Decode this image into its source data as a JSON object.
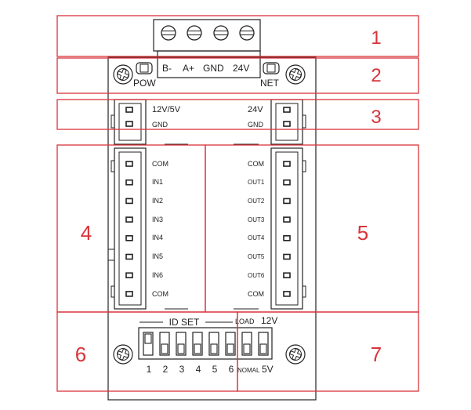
{
  "colors": {
    "outline": "#222222",
    "region": "#d9343b"
  },
  "terminal": {
    "labels": [
      "B-",
      "A+",
      "GND",
      "24V"
    ]
  },
  "leds": {
    "power": "POW",
    "network": "NET"
  },
  "power_block": {
    "left": [
      "12V/5V",
      "GND"
    ],
    "right": [
      "24V",
      "GND"
    ]
  },
  "inputs": [
    "COM",
    "IN1",
    "IN2",
    "IN3",
    "IN4",
    "IN5",
    "IN6",
    "COM"
  ],
  "outputs": [
    "COM",
    "OUT1",
    "OUT2",
    "OUT3",
    "OUT4",
    "OUT5",
    "OUT6",
    "COM"
  ],
  "dip": {
    "title": "ID SET",
    "load_label": "LOAD",
    "v12_label": "12V",
    "numbers": [
      "1",
      "2",
      "3",
      "4",
      "5",
      "6"
    ],
    "nomal_label": "NOMAL",
    "v5_label": "5V"
  },
  "regions": [
    "1",
    "2",
    "3",
    "4",
    "5",
    "6",
    "7"
  ],
  "icons": [
    "screw-icon",
    "led-icon",
    "pin-icon"
  ]
}
